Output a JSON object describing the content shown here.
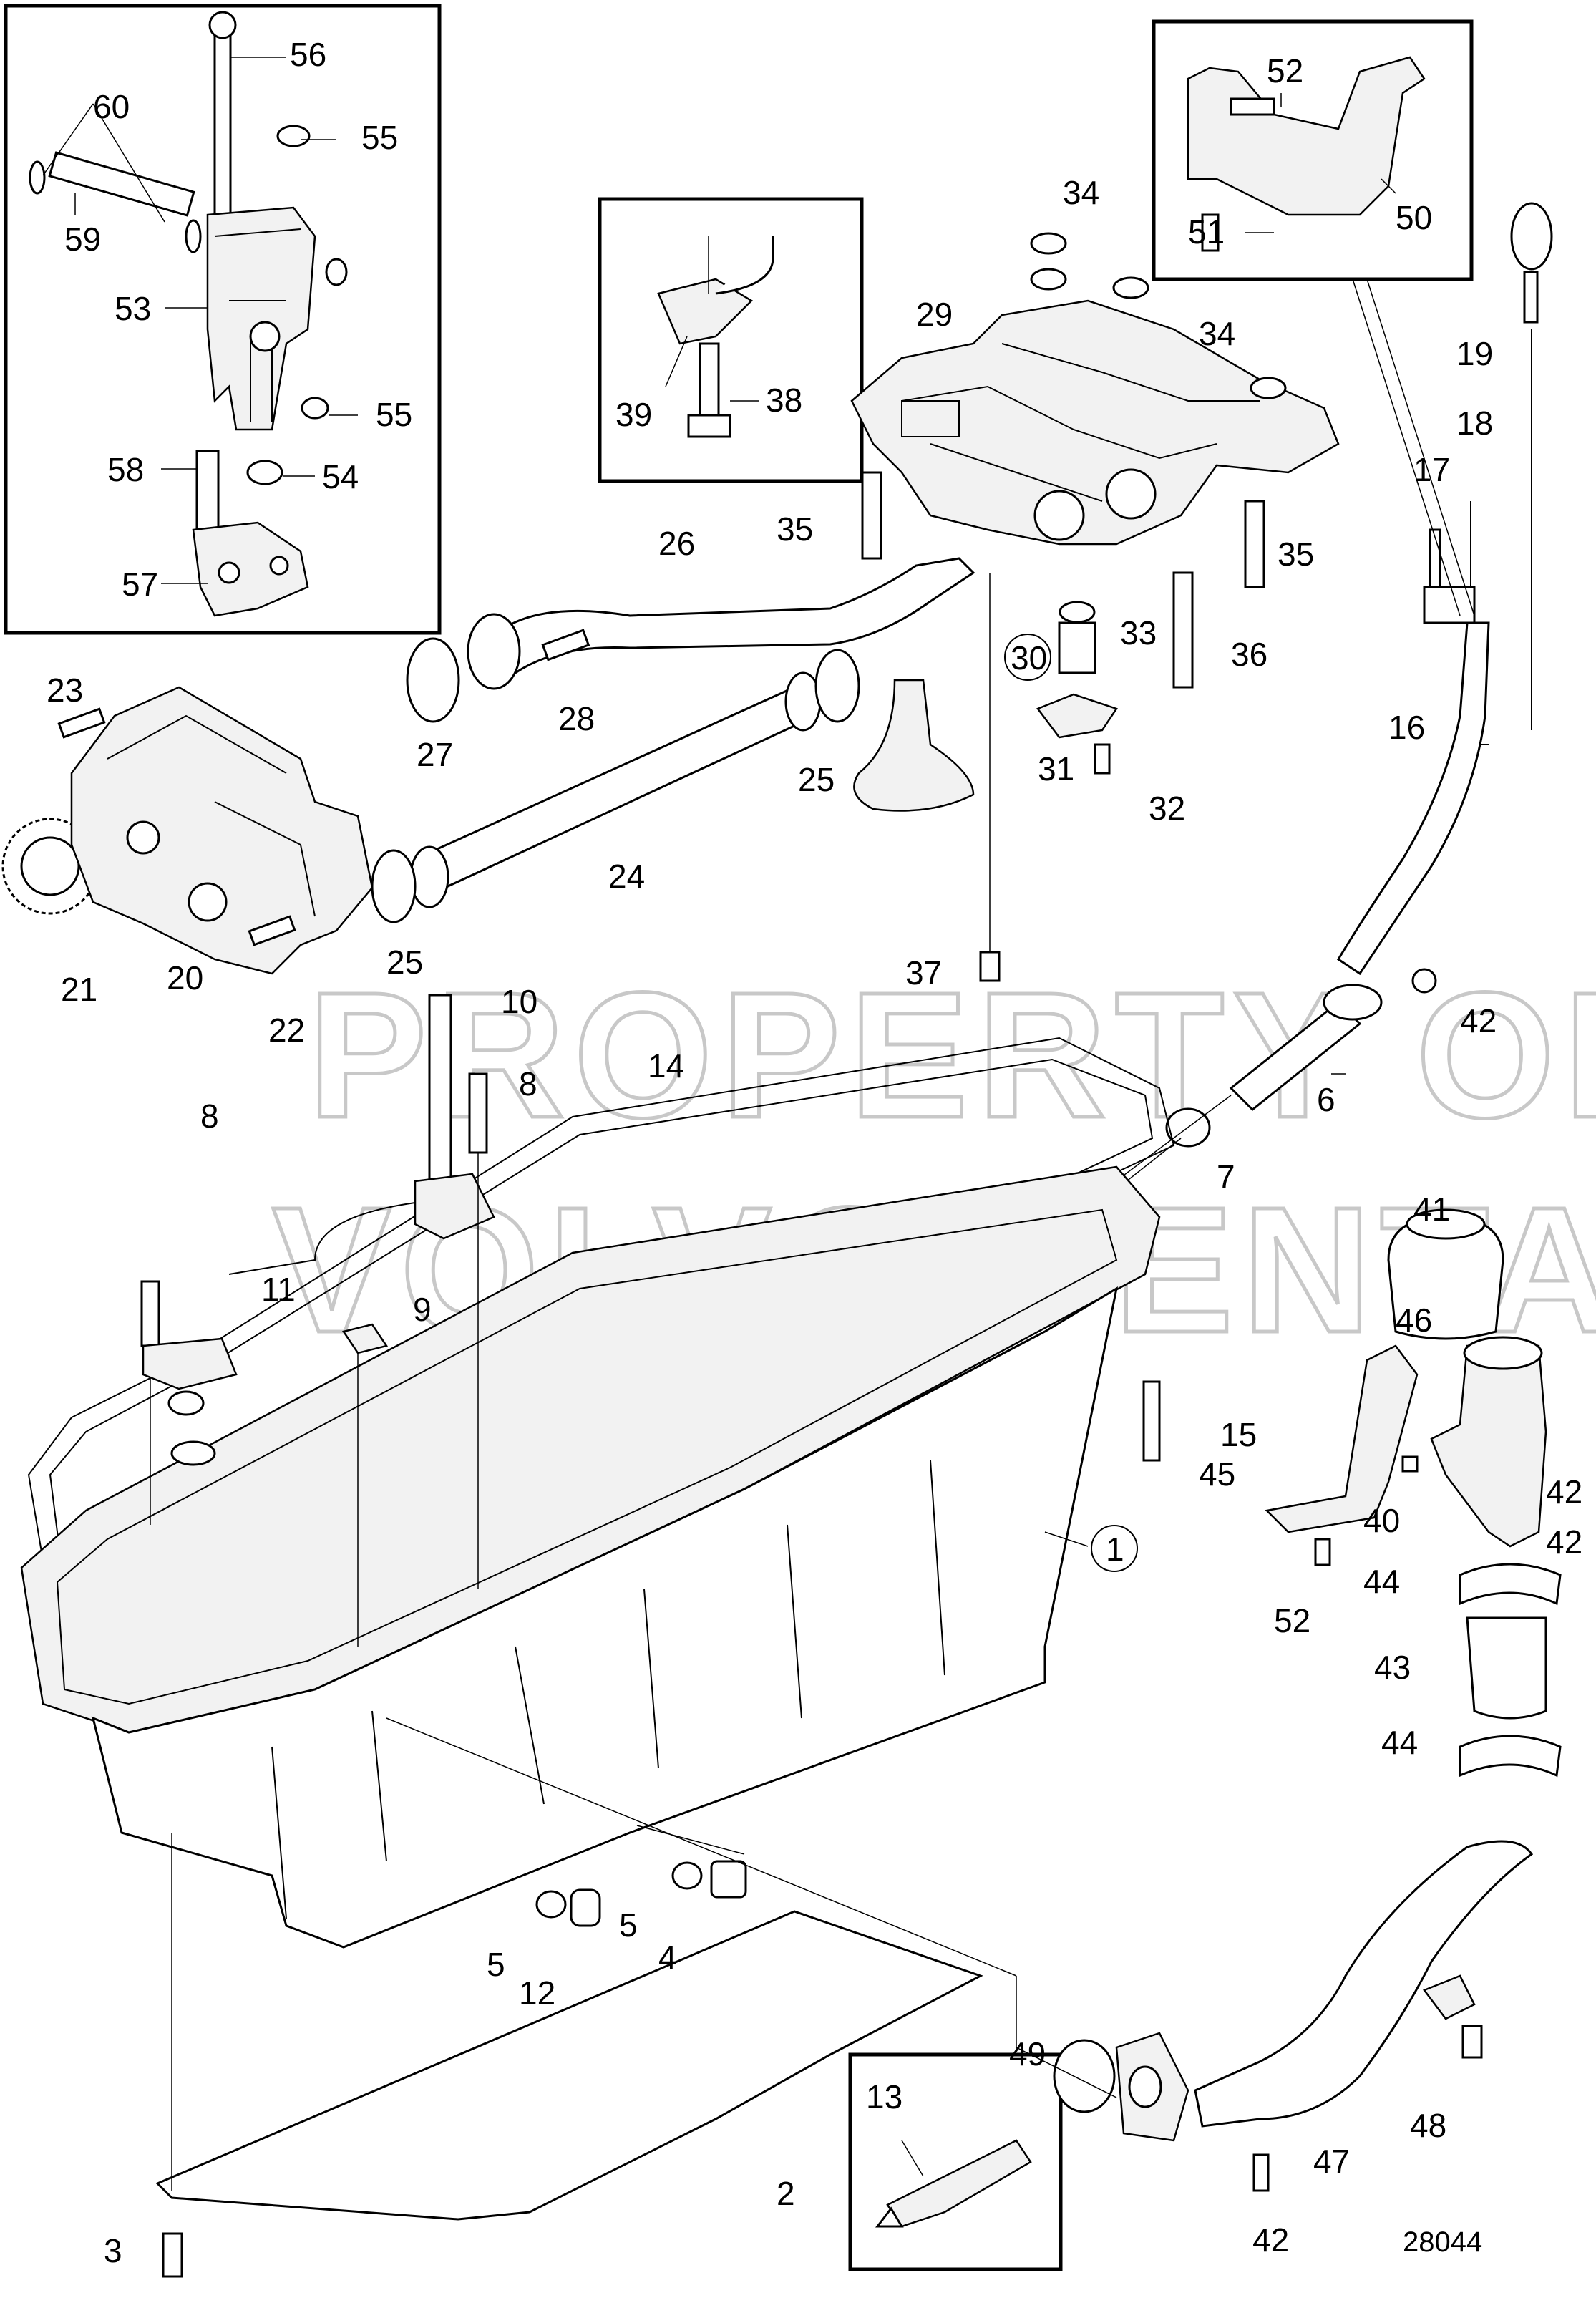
{
  "watermark": {
    "line1": "PROPERTY OF",
    "line2": "VOLVO PENTA"
  },
  "drawing_number": "28044",
  "callouts": [
    "1",
    "2",
    "3",
    "4",
    "5",
    "5",
    "6",
    "7",
    "8",
    "8",
    "9",
    "10",
    "11",
    "12",
    "13",
    "14",
    "15",
    "16",
    "17",
    "18",
    "19",
    "20",
    "21",
    "22",
    "23",
    "24",
    "25",
    "25",
    "26",
    "27",
    "28",
    "29",
    "30",
    "31",
    "32",
    "33",
    "34",
    "34",
    "35",
    "35",
    "36",
    "37",
    "38",
    "39",
    "40",
    "41",
    "42",
    "42",
    "42",
    "42",
    "43",
    "44",
    "44",
    "45",
    "46",
    "47",
    "48",
    "49",
    "50",
    "51",
    "52",
    "52",
    "53",
    "54",
    "55",
    "55",
    "56",
    "57",
    "58",
    "59",
    "60"
  ],
  "circled_callouts": [
    "1",
    "30"
  ]
}
